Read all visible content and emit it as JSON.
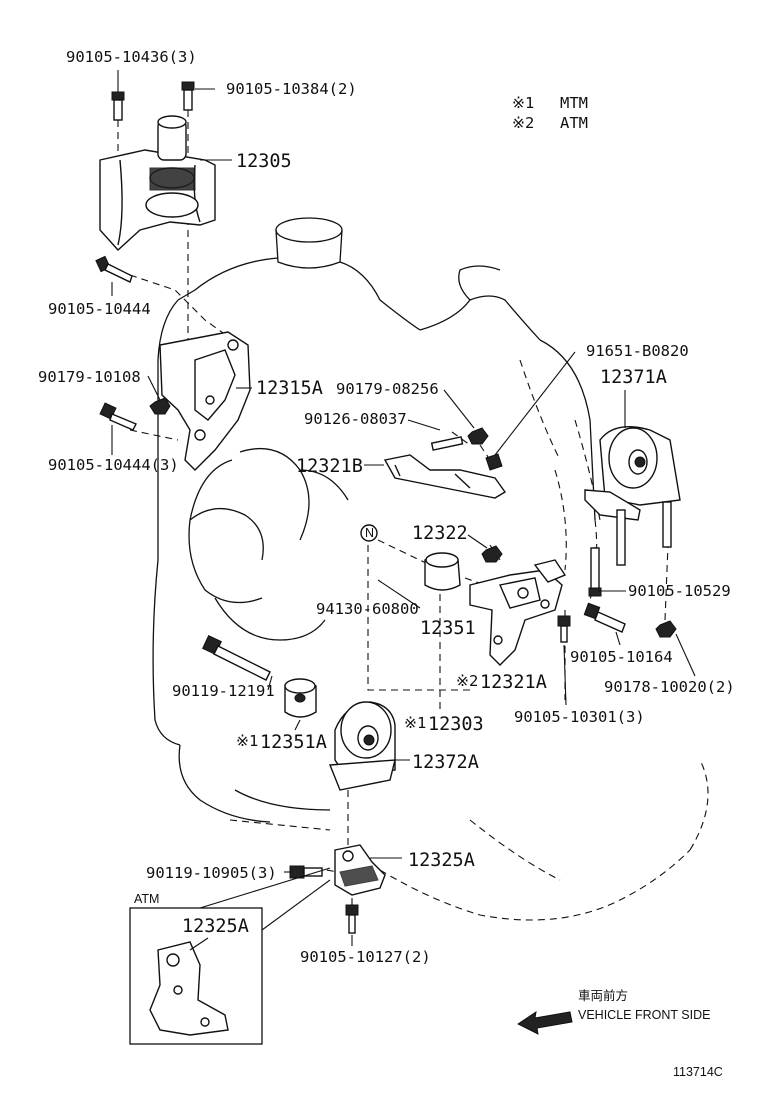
{
  "legend": {
    "m1": {
      "mark": "※1",
      "text": "MTM"
    },
    "m2": {
      "mark": "※2",
      "text": "ATM"
    }
  },
  "parts": {
    "p1": "90105-10436(3)",
    "p2": "90105-10384(2)",
    "p3": "12305",
    "p4": "90105-10444",
    "p5": "90179-10108",
    "p6": "12315A",
    "p7": "90105-10444(3)",
    "p8": "90179-08256",
    "p9": "90126-08037",
    "p10": "12321B",
    "p11": "91651-B0820",
    "p12": "12371A",
    "p13": "12322",
    "p14": "94130-60800",
    "p15": "12351",
    "p16": "90105-10529",
    "p17": "90105-10164",
    "p18": "90178-10020(2)",
    "p19": "90119-12191",
    "p20_mark": "※2",
    "p20": "12321A",
    "p21": "90105-10301(3)",
    "p22_mark": "※1",
    "p22": "12351A",
    "p23_mark": "※1",
    "p23": "12303",
    "p24": "12372A",
    "p25": "12325A",
    "p26": "90119-10905(3)",
    "p27": "90105-10127(2)"
  },
  "note_n": "N",
  "atm_box": {
    "label": "ATM",
    "part": "12325A"
  },
  "direction": {
    "jp": "車両前方",
    "en": "VEHICLE FRONT SIDE"
  },
  "figure_id": "113714C"
}
